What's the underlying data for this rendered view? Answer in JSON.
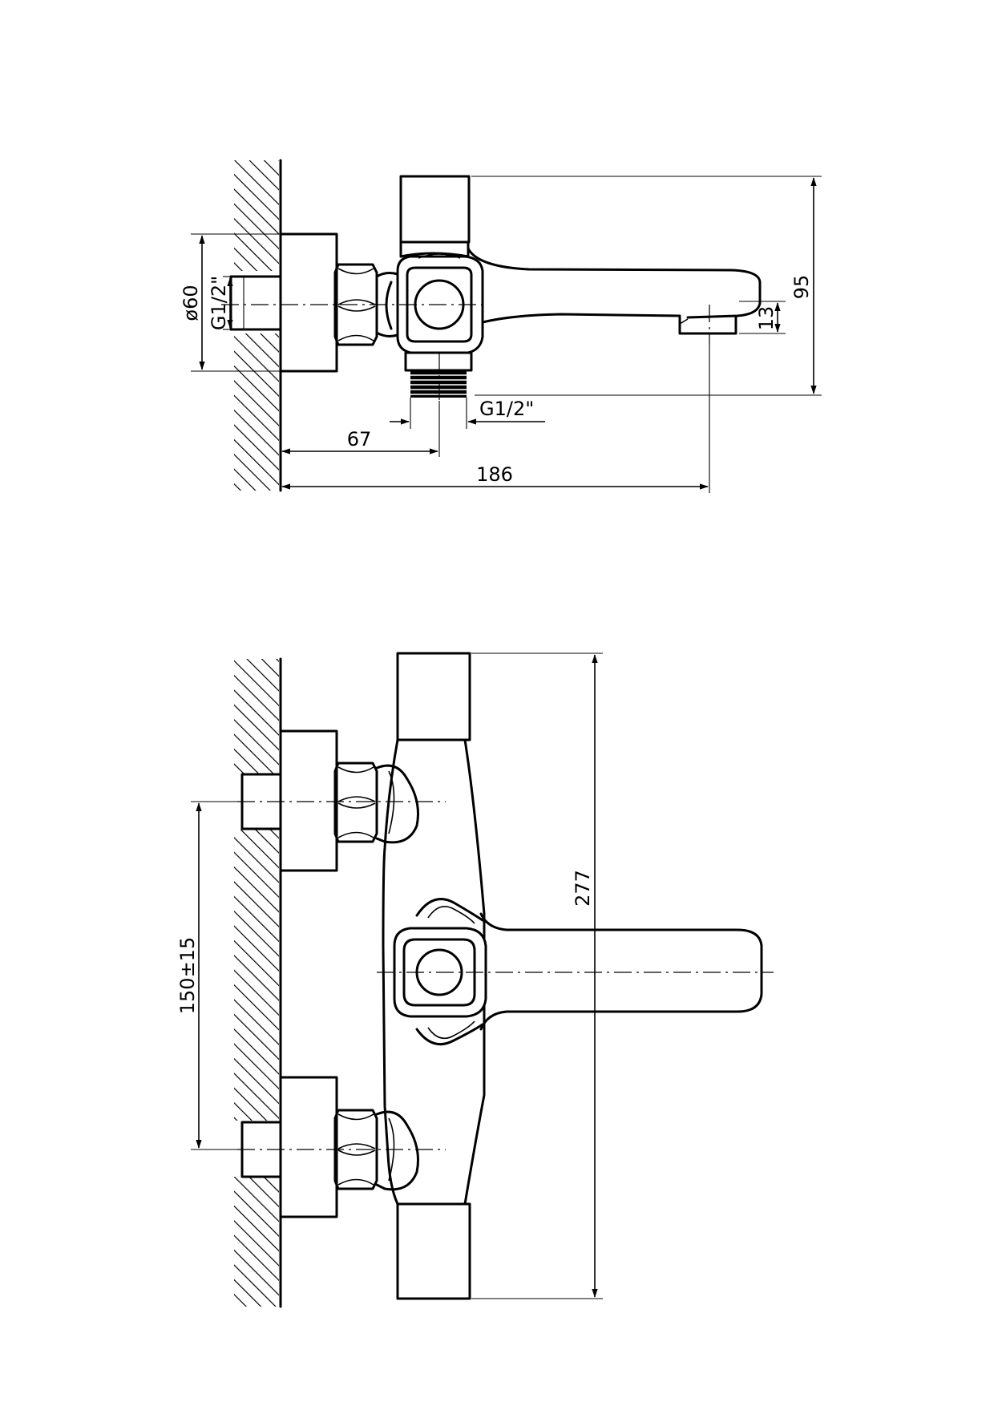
{
  "side_view": {
    "dims": {
      "diameter_flange": "ø60",
      "inlet_thread": "G1/2\"",
      "outlet_thread": "G1/2\"",
      "height_total": "95",
      "spout_offset": "13",
      "inlet_to_outlet": "67",
      "wall_to_spout": "186"
    }
  },
  "front_view": {
    "dims": {
      "inlet_spacing": "150±15",
      "overall_length": "277"
    }
  }
}
